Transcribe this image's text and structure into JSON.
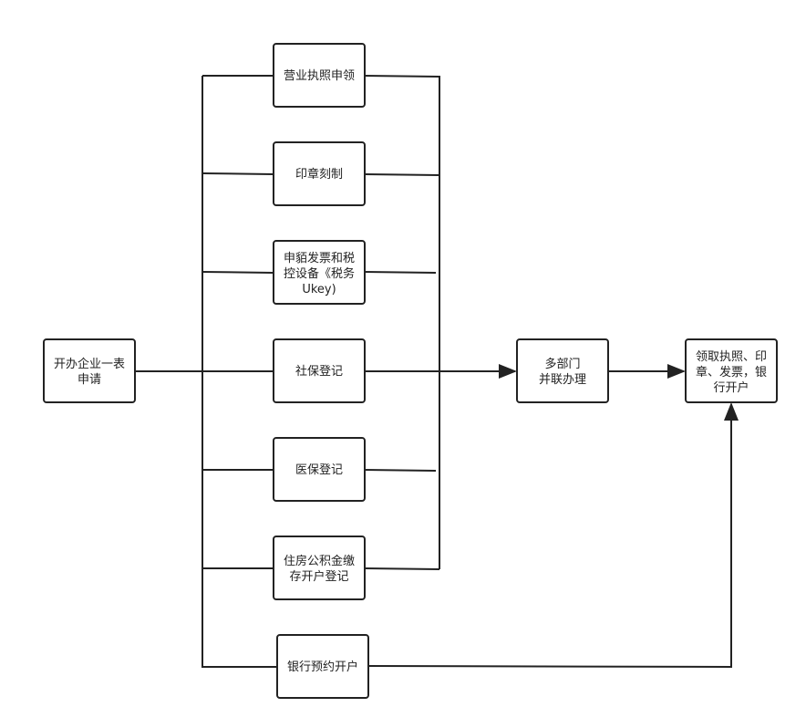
{
  "start": [
    "开办企业一表",
    "申请"
  ],
  "steps": [
    [
      "营业执照申领"
    ],
    [
      "印章刻制"
    ],
    [
      "申貊发票和税",
      "控设备《税务",
      "Ukey)"
    ],
    [
      "社保登记"
    ],
    [
      "医保登记"
    ],
    [
      "住房公积金缴",
      "存开户登记"
    ]
  ],
  "bank": [
    "银行预约开户"
  ],
  "merge": [
    "多部门",
    "并联办理"
  ],
  "end": [
    "领取执照、印",
    "章、发票，银",
    "行开户"
  ]
}
